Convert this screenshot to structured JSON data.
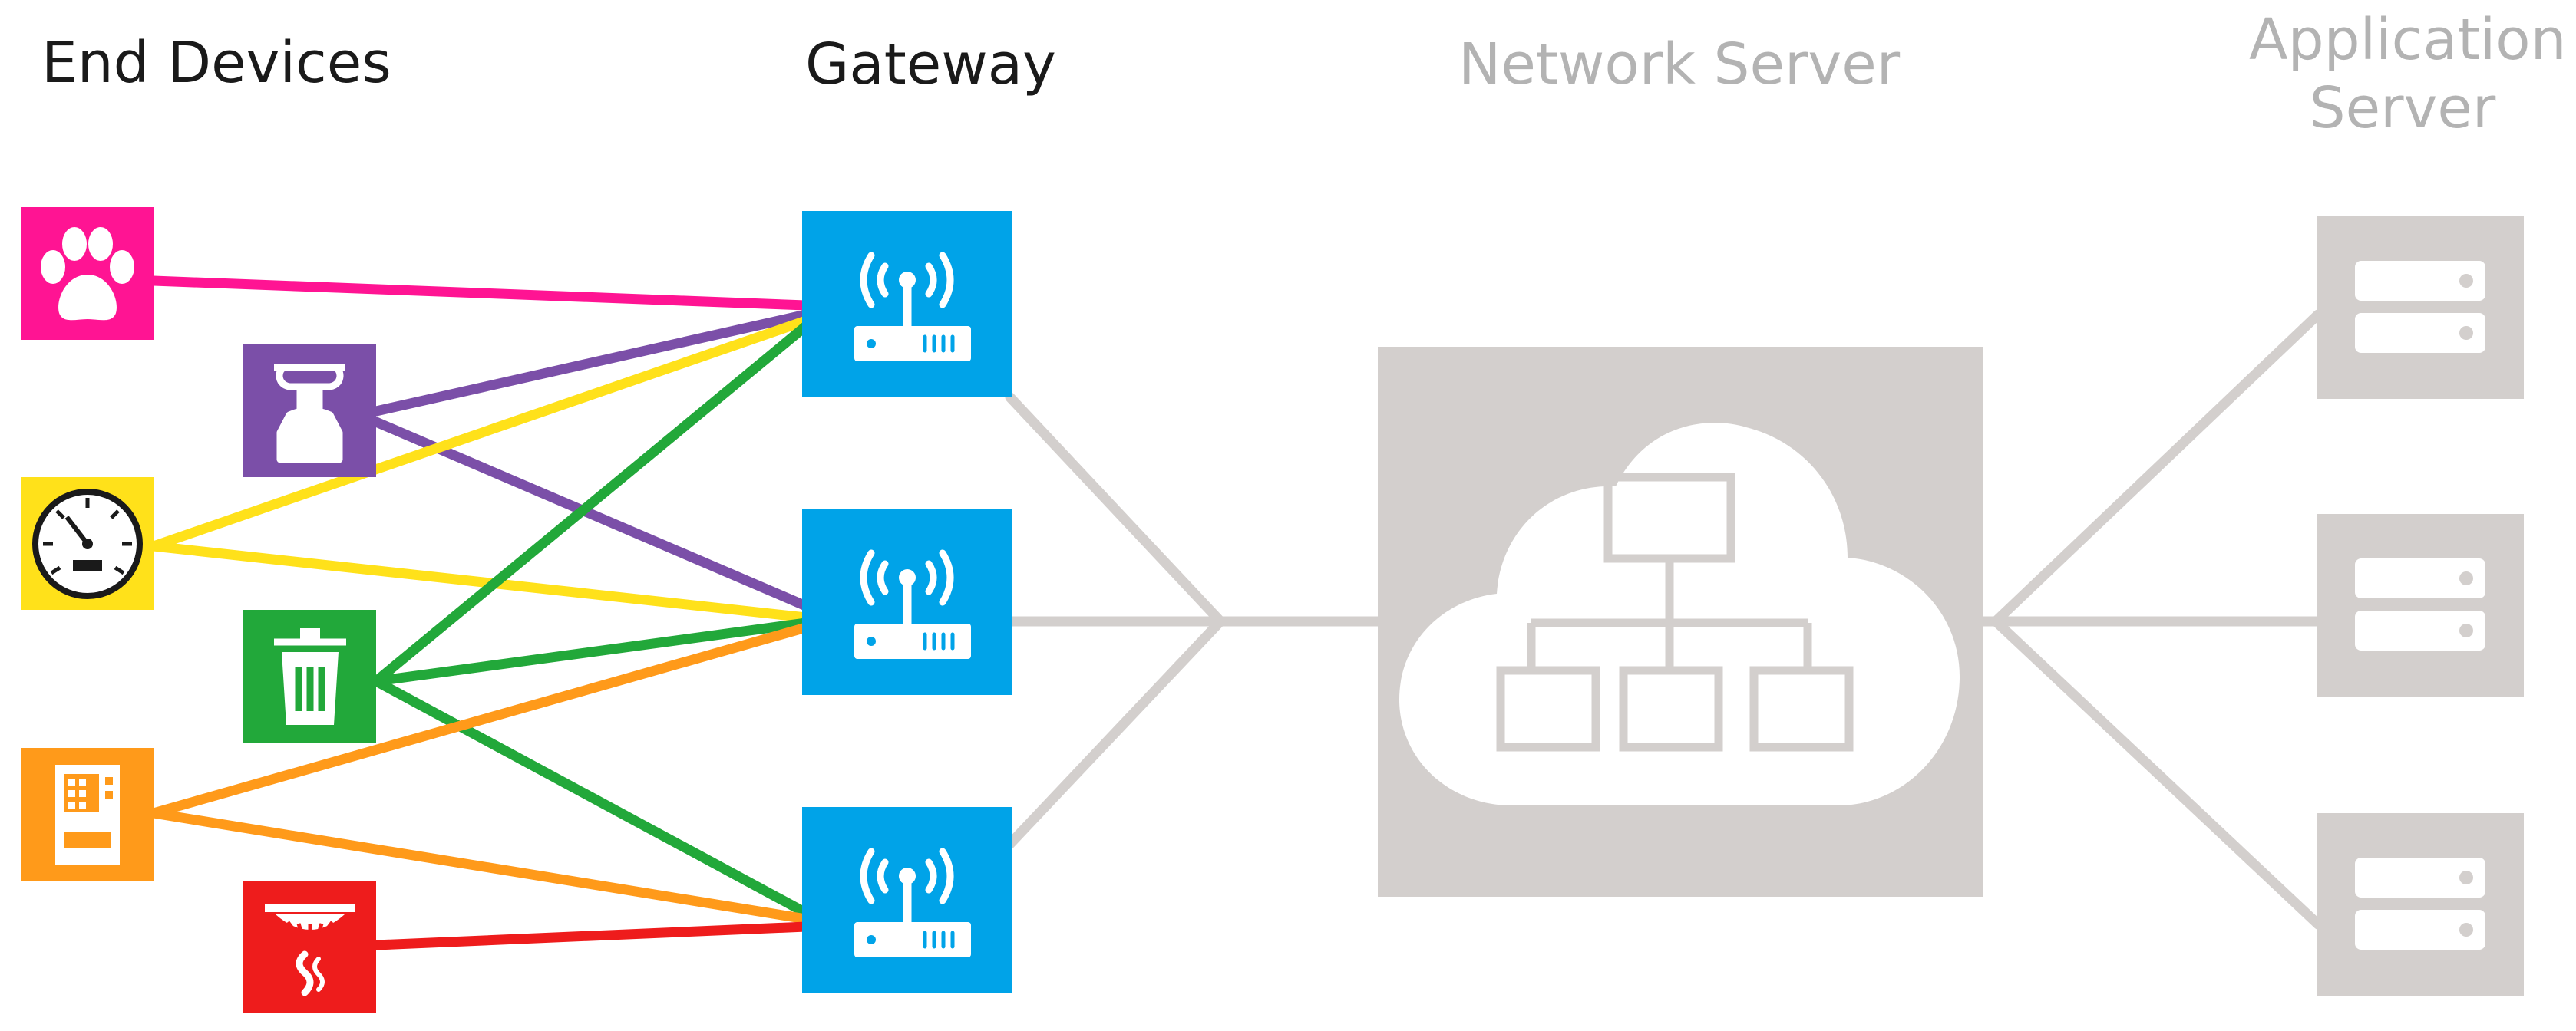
{
  "columns": {
    "end_devices": "End Devices",
    "gateway": "Gateway",
    "network_server": "Network Server",
    "application_server_line1": "Application",
    "application_server_line2": "Server"
  },
  "end_devices": [
    {
      "icon": "paw-icon",
      "color": "#ff1493"
    },
    {
      "icon": "gas-cylinder-icon",
      "color": "#7b4fa8"
    },
    {
      "icon": "gauge-meter-icon",
      "color": "#ffe11a"
    },
    {
      "icon": "trash-bin-icon",
      "color": "#22a83a"
    },
    {
      "icon": "vending-machine-icon",
      "color": "#ff9a1a"
    },
    {
      "icon": "smoke-detector-icon",
      "color": "#ee1c1c"
    }
  ],
  "gateways": [
    {
      "icon": "wireless-router-icon",
      "color": "#00a3e8"
    },
    {
      "icon": "wireless-router-icon",
      "color": "#00a3e8"
    },
    {
      "icon": "wireless-router-icon",
      "color": "#00a3e8"
    }
  ],
  "network_server": {
    "icon": "cloud-network-icon",
    "color": "#d3cfcd"
  },
  "application_servers": [
    {
      "icon": "server-icon",
      "color": "#d3cfcd"
    },
    {
      "icon": "server-icon",
      "color": "#d3cfcd"
    },
    {
      "icon": "server-icon",
      "color": "#d3cfcd"
    }
  ],
  "colors": {
    "link_gray": "#d3cfcd",
    "cloud_fill": "#ffffff"
  }
}
